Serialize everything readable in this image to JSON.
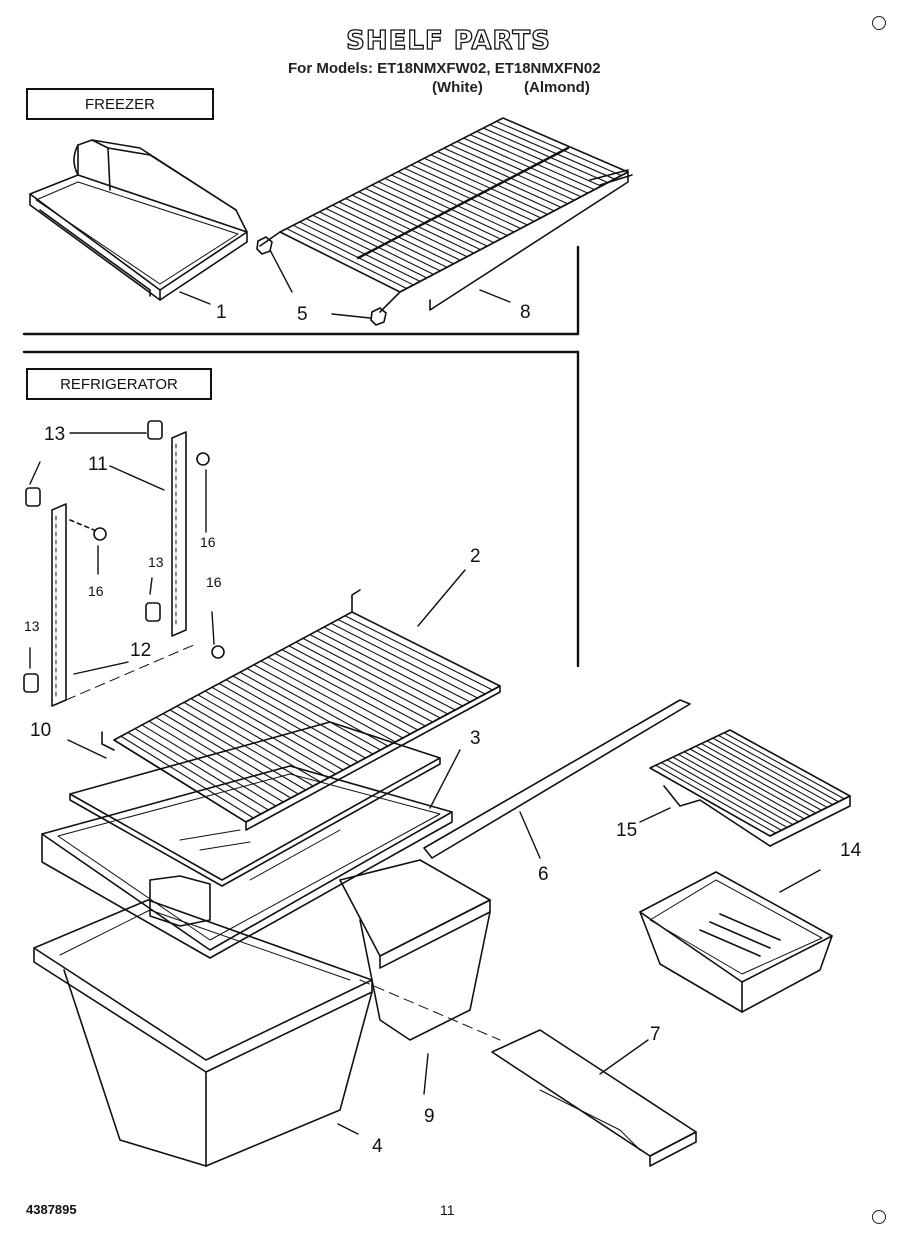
{
  "header": {
    "title": "SHELF PARTS",
    "models_line": "For Models: ET18NMXFW02, ET18NMXFN02",
    "white_label": "(White)",
    "almond_label": "(Almond)"
  },
  "sections": {
    "freezer": "FREEZER",
    "refrigerator": "REFRIGERATOR"
  },
  "callouts": {
    "c1": "1",
    "c2": "2",
    "c3": "3",
    "c4": "4",
    "c5": "5",
    "c6": "6",
    "c7": "7",
    "c8": "8",
    "c9": "9",
    "c10": "10",
    "c11": "11",
    "c12": "12",
    "c13a": "13",
    "c13b": "13",
    "c13c": "13",
    "c14": "14",
    "c15": "15",
    "c16a": "16",
    "c16b": "16",
    "c16c": "16"
  },
  "footer": {
    "part_number": "4387895",
    "page_number": "11"
  }
}
